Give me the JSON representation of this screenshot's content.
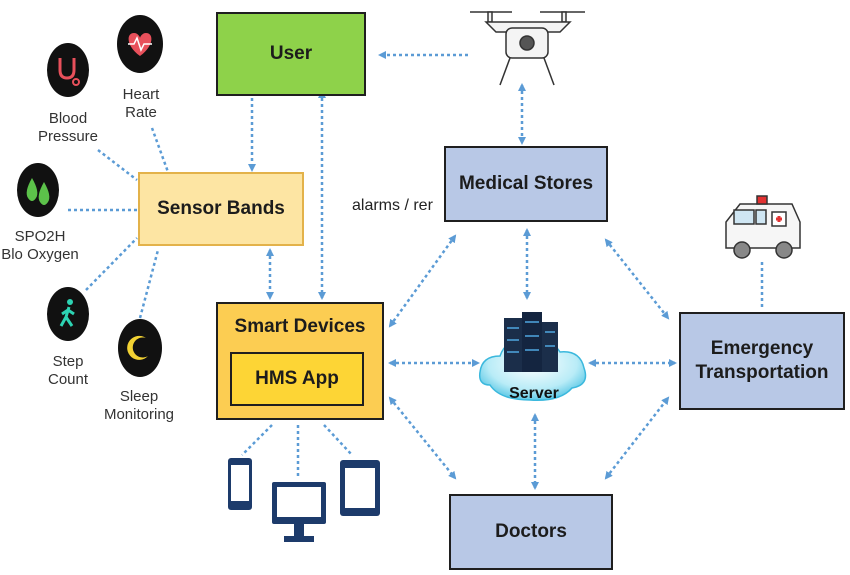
{
  "nodes": {
    "user": "User",
    "sensor_bands": "Sensor Bands",
    "smart_devices": "Smart Devices",
    "hms_app": "HMS App",
    "medical_stores": "Medical Stores",
    "server": "Server",
    "doctors": "Doctors",
    "emergency_line1": "Emergency",
    "emergency_line2": "Transportation"
  },
  "sensors": {
    "heart_rate_1": "Heart",
    "heart_rate_2": "Rate",
    "blood_pressure_1": "Blood",
    "blood_pressure_2": "Pressure",
    "spo2_1": "SPO2H",
    "spo2_2": "Blo Oxygen",
    "step_count_1": "Step",
    "step_count_2": "Count",
    "sleep_1": "Sleep",
    "sleep_2": "Monitoring"
  },
  "annotation": "alarms / rer",
  "icons": [
    "heart-icon",
    "stethoscope-icon",
    "drops-icon",
    "walking-icon",
    "moon-icon",
    "drone-icon",
    "ambulance-icon",
    "phone-icon",
    "monitor-icon",
    "tablet-icon",
    "server-icon"
  ],
  "colors": {
    "user_fill": "#8ed24a",
    "sensor_fill": "#fde5a3",
    "smart_fill": "#fccd52",
    "blue_fill": "#b8c8e6",
    "connector": "#5b9bd5"
  }
}
